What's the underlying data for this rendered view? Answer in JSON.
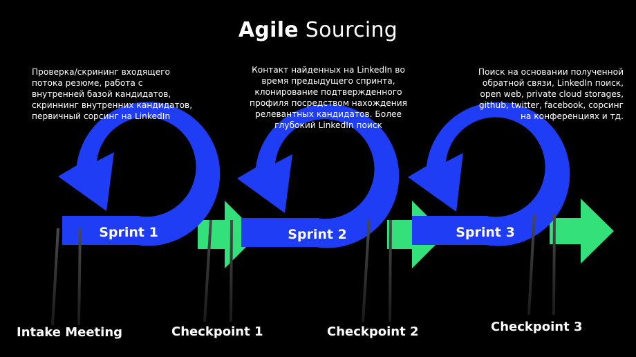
{
  "title": {
    "bold": "Agile",
    "light": "Sourcing"
  },
  "sprints": [
    {
      "label": "Sprint 1",
      "description": "Проверка/скрининг входящего\nпотока резюме, работа с\nвнутренней базой кандидатов,\nскриннинг внутренних кандидатов,\nпервичный сорсинг на LinkedIn"
    },
    {
      "label": "Sprint 2",
      "description": "Контакт найденных на LinkedIn во\nвремя предыдущего спринта,\nклонирование подтвержденного\nпрофиля посредством нахождения\nрелевантных кандидатов. Более\nглубокий LinkedIn поиск"
    },
    {
      "label": "Sprint 3",
      "description": "Поиск на основании полученной\nобратной связи,  LinkedIn поиск,\nopen web, private cloud storages,\ngithub, twitter, facebook, сорсинг\nна конференциях и тд."
    }
  ],
  "milestones": [
    "Intake Meeting",
    "Checkpoint 1",
    "Checkpoint 2",
    "Checkpoint 3"
  ],
  "colors": {
    "background": "#000000",
    "sprint_blue": "#1f3df5",
    "checkpoint_green": "#33e07a",
    "text": "#ffffff",
    "ladder": "#2b2b2b"
  }
}
